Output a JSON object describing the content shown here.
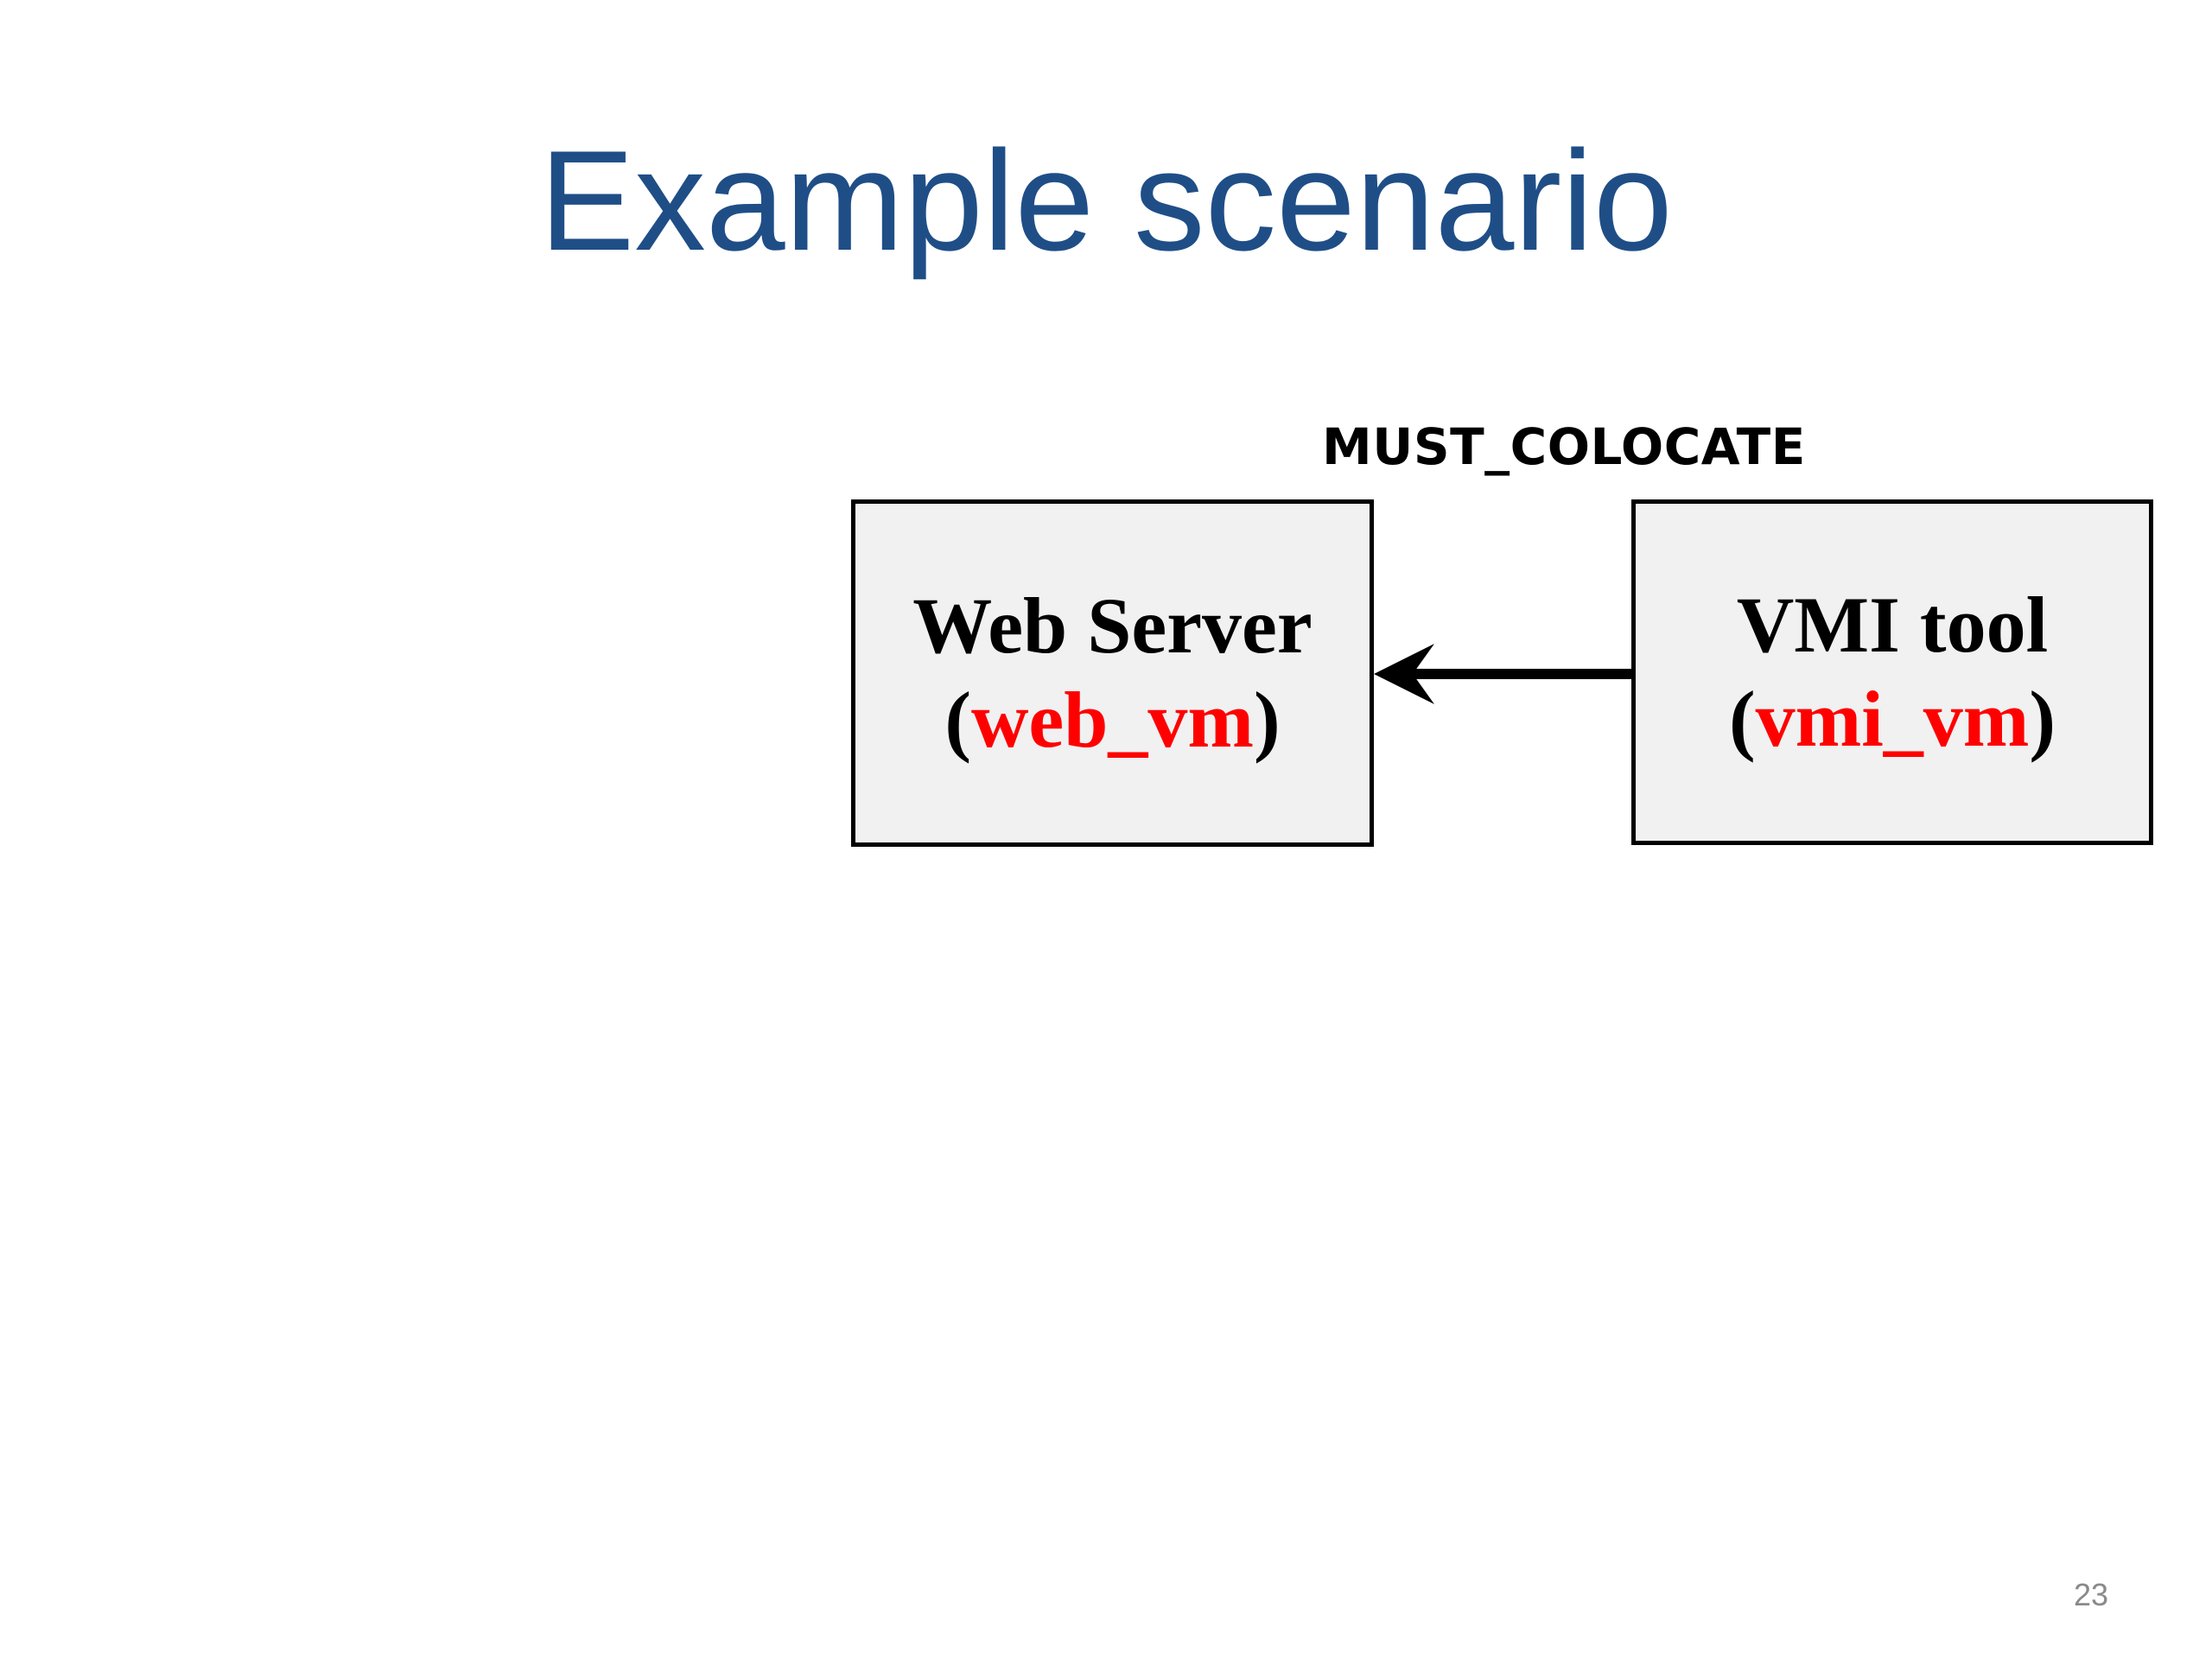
{
  "slide": {
    "title": "Example scenario",
    "page_number": "23"
  },
  "diagram": {
    "relation_label": "MUST_COLOCATE",
    "colors": {
      "title": "#1f4e87",
      "box_fill": "#f1f1f1",
      "box_border": "#000000",
      "vm_name": "#ff0000"
    },
    "nodes": [
      {
        "label": "Web Server",
        "vm_name": "web_vm",
        "open_paren": "(",
        "close_paren": ")"
      },
      {
        "label": "VMI tool",
        "vm_name": "vmi_vm",
        "open_paren": "(",
        "close_paren": ")"
      }
    ],
    "edge": {
      "from": "VMI tool",
      "to": "Web Server"
    }
  }
}
